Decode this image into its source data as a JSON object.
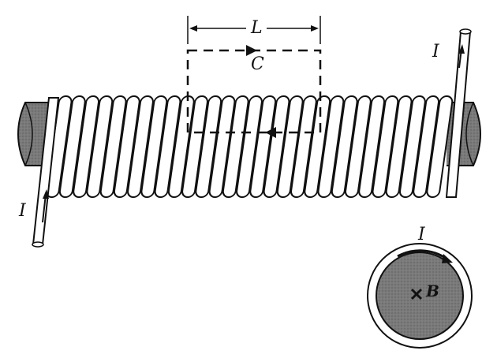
{
  "labels": {
    "length": "L",
    "contour": "C",
    "current_left": "I",
    "current_right": "I",
    "current_cross": "I",
    "field": "B"
  },
  "colors": {
    "core": "#777777",
    "wire": "#ffffff",
    "stroke": "#111111",
    "background": "#ffffff"
  },
  "coil": {
    "turns": 29
  }
}
